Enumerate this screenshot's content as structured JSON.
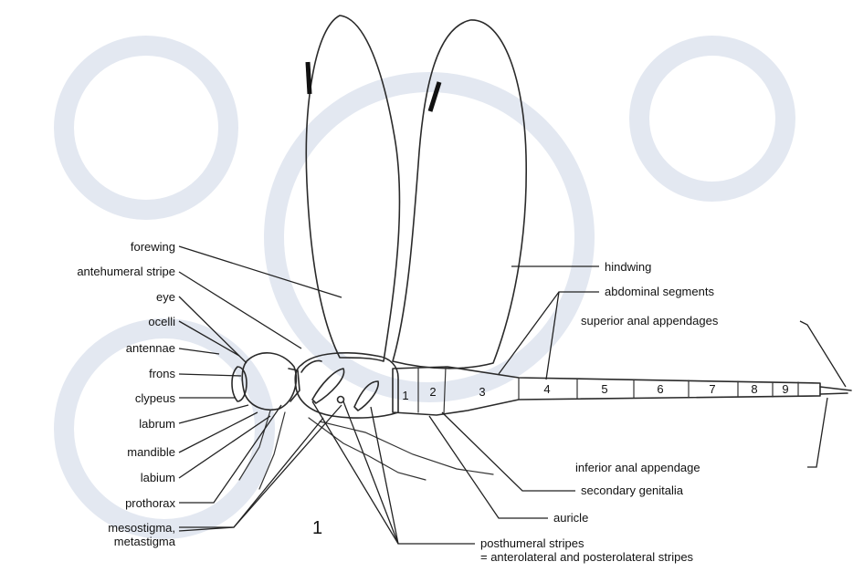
{
  "figure_number": "1",
  "labels": {
    "forewing": "forewing",
    "antehumeral_stripe": "antehumeral stripe",
    "eye": "eye",
    "ocelli": "ocelli",
    "antennae": "antennae",
    "frons": "frons",
    "clypeus": "clypeus",
    "labrum": "labrum",
    "mandible": "mandible",
    "labium": "labium",
    "prothorax": "prothorax",
    "mesostigma_line1": "mesostigma,",
    "mesostigma_line2": "metastigma",
    "hindwing": "hindwing",
    "abdominal_segments": "abdominal segments",
    "superior_anal_appendages": "superior anal appendages",
    "inferior_anal_appendage": "inferior anal appendage",
    "secondary_genitalia": "secondary genitalia",
    "auricle": "auricle",
    "posthumeral_line1": "posthumeral stripes",
    "posthumeral_line2": "= anterolateral and posterolateral stripes"
  },
  "segments": [
    "1",
    "2",
    "3",
    "4",
    "5",
    "6",
    "7",
    "8",
    "9"
  ]
}
